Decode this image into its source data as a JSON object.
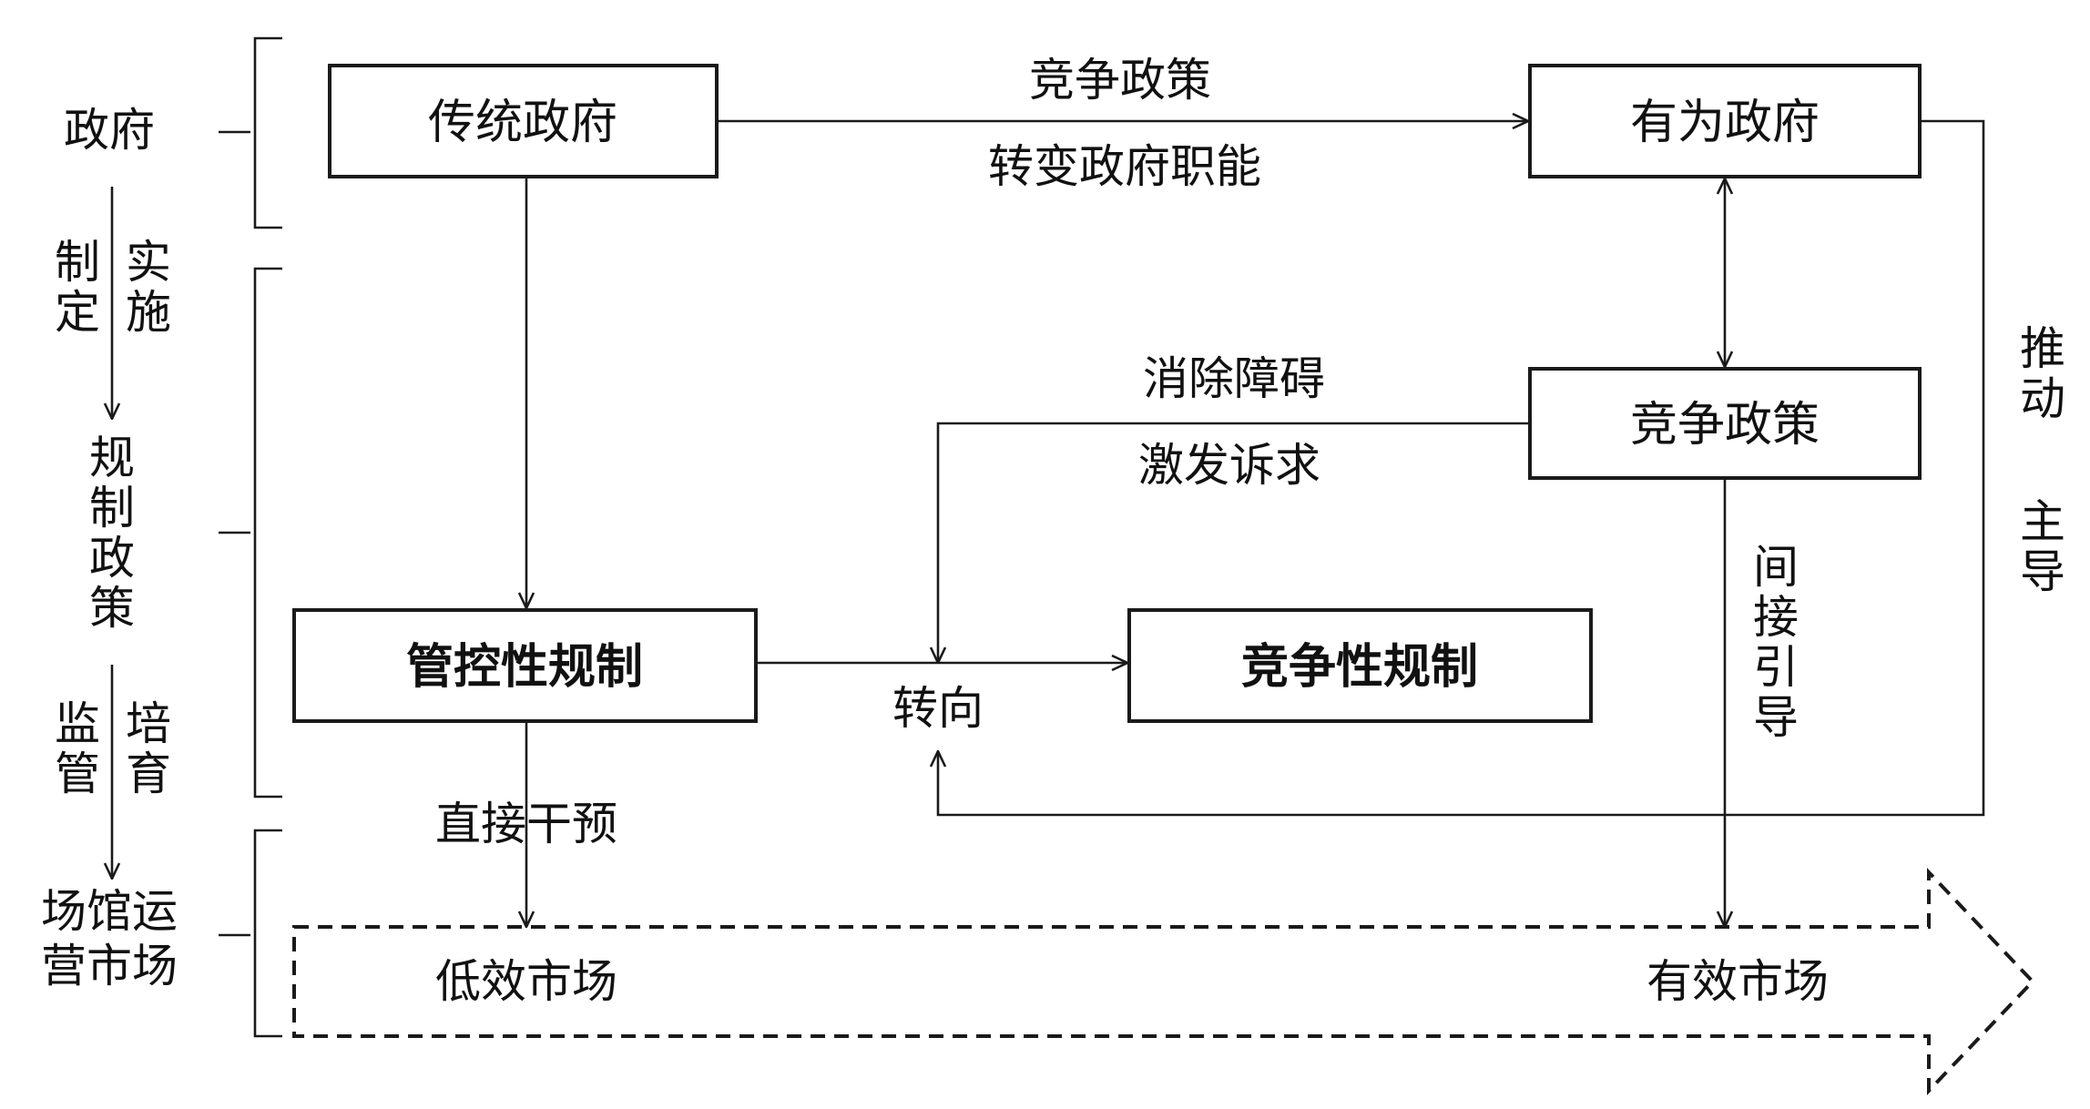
{
  "left_axis": {
    "government": "政府",
    "formulate": [
      "制",
      "定"
    ],
    "implement": [
      "实",
      "施"
    ],
    "regulation_policy": [
      "规",
      "制",
      "政",
      "策"
    ],
    "supervise": [
      "监",
      "管"
    ],
    "cultivate": [
      "培",
      "育"
    ],
    "venue_market_line1": "场馆运",
    "venue_market_line2": "营市场"
  },
  "boxes": {
    "traditional_government": "传统政府",
    "effective_government": "有为政府",
    "competition_policy": "竞争政策",
    "control_regulation": "管控性规制",
    "competitive_regulation": "竞争性规制"
  },
  "edge_labels": {
    "top_competition_policy": "竞争政策",
    "transform_functions": "转变政府职能",
    "remove_barriers": "消除障碍",
    "stimulate_demands": "激发诉求",
    "shift": "转向",
    "direct_intervention": "直接干预",
    "indirect_guidance": [
      "间",
      "接",
      "引",
      "导"
    ],
    "drive": [
      "推",
      "动"
    ],
    "lead": [
      "主",
      "导"
    ]
  },
  "market": {
    "inefficient": "低效市场",
    "efficient": "有效市场"
  }
}
